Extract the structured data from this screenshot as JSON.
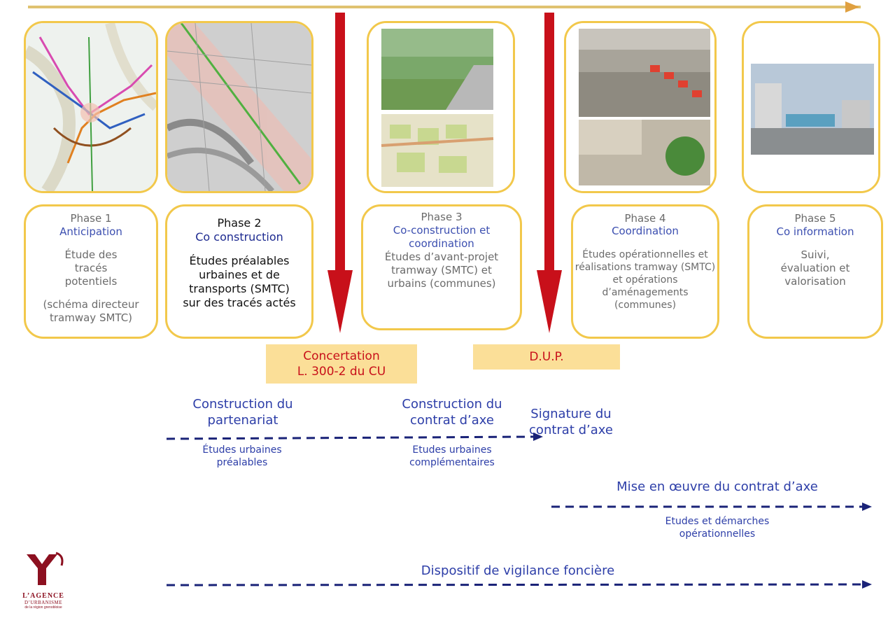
{
  "phases": [
    {
      "title": "Phase 1",
      "subtitle": "Anticipation",
      "body": "Étude des tracés potentiels",
      "note": "(schéma directeur tramway SMTC)"
    },
    {
      "title": "Phase 2",
      "subtitle": "Co construction",
      "body": "Études préalables urbaines et de transports (SMTC) sur des tracés actés"
    },
    {
      "title": "Phase 3",
      "subtitle": "Co-construction et coordination",
      "body": "Études d’avant-projet tramway (SMTC) et urbains (communes)"
    },
    {
      "title": "Phase 4",
      "subtitle": "Coordination",
      "body": "Études opérationnelles et réalisations tramway (SMTC) et opérations d’aménagements (communes)"
    },
    {
      "title": "Phase 5",
      "subtitle": "Co information",
      "body": "Suivi, évaluation et valorisation"
    }
  ],
  "milestones": {
    "concertation_line1": "Concertation",
    "concertation_line2": "L. 300-2 du CU",
    "dup": "D.U.P."
  },
  "timeline": {
    "partnership": "Construction du partenariat",
    "studies_prior": "Études urbaines préalables",
    "contract_construction": "Construction du contrat d’axe",
    "studies_complementary": "Etudes urbaines complémentaires",
    "signature": "Signature du contrat d’axe",
    "implementation": "Mise en œuvre du contrat d’axe",
    "operational": "Etudes et démarches opérationnelles",
    "vigilance": "Dispositif de vigilance foncière"
  },
  "logo": {
    "line1": "L’AGENCE",
    "line2": "D’URBANISME",
    "line3": "de la région grenobloise"
  },
  "colors": {
    "frame": "#f2c84b",
    "arrow": "#c8101a",
    "band": "#fbdf98",
    "blue": "#2d3ea8"
  }
}
